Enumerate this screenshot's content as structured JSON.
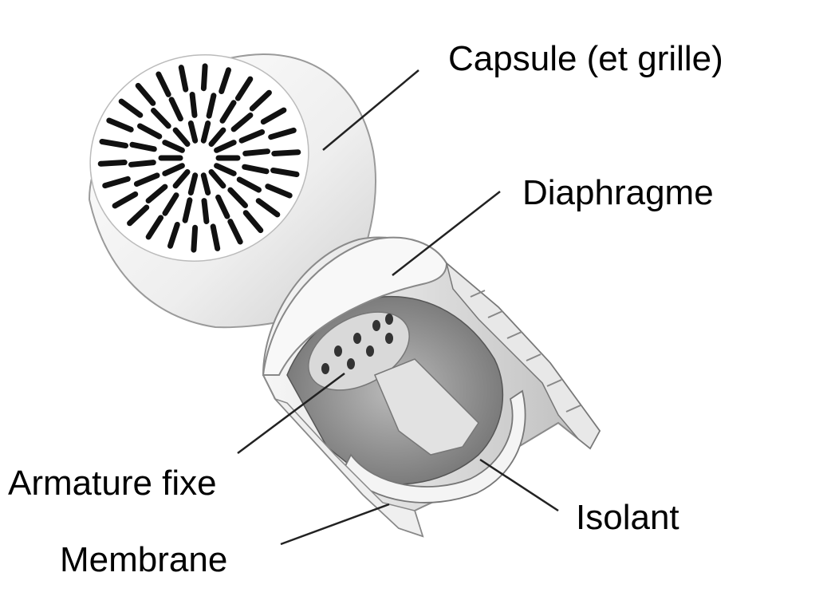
{
  "labels": {
    "capsule": "Capsule (et grille)",
    "diaphragme": "Diaphragme",
    "armature": "Armature fixe",
    "isolant": "Isolant",
    "membrane": "Membrane"
  },
  "colors": {
    "background": "#ffffff",
    "text": "#000000",
    "leader_line": "#222222",
    "grille_slots": "#111111",
    "metal_light": "#f2f2f2",
    "metal_mid": "#d6d6d6",
    "metal_dark": "#7a7a7a"
  },
  "icons": [
    "microphone-capsule-grille",
    "diaphragm-disc",
    "fixed-backplate",
    "insulator-ring",
    "membrane-holder"
  ]
}
